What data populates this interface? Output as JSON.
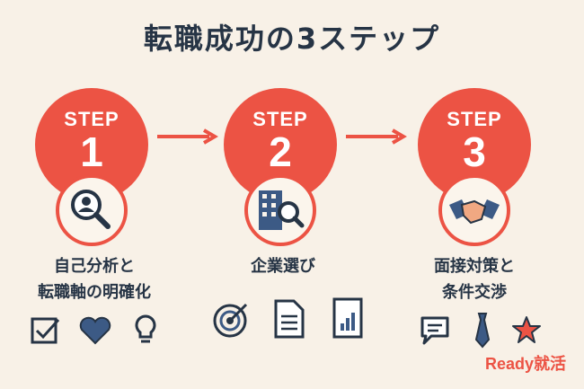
{
  "title": "転職成功の3ステップ",
  "steps": [
    {
      "label": "STEP",
      "number": "1",
      "line1": "自己分析と",
      "line2": "転職軸の明確化"
    },
    {
      "label": "STEP",
      "number": "2",
      "line1": "企業選び",
      "line2": ""
    },
    {
      "label": "STEP",
      "number": "3",
      "line1": "面接対策と",
      "line2": "条件交渉"
    }
  ],
  "brand": "Ready就活",
  "colors": {
    "accent": "#ec5344",
    "navy": "#263445",
    "blue": "#3c5a85",
    "background": "#f8f1e7"
  },
  "icons": [
    "magnifier-person-icon",
    "building-search-icon",
    "handshake-icon",
    "checkbox-icon",
    "heart-icon",
    "lightbulb-icon",
    "target-icon",
    "document-icon",
    "chart-doc-icon",
    "speech-bubble-icon",
    "necktie-icon",
    "star-icon"
  ]
}
